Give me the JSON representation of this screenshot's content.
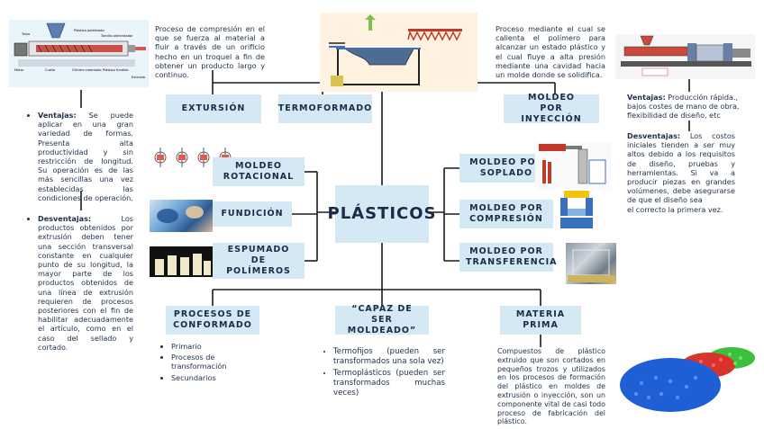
{
  "central_title": "PLÁSTICOS",
  "boxes": {
    "extrusion": "EXTURSIÓN",
    "termoformado": "TERMOFORMADO",
    "moldeo_inyeccion": "MOLDEO POR INYECCIÓN",
    "moldeo_rotacional": "MOLDEO ROTACIONAL",
    "fundicion": "FUNDICIÓN",
    "espumado": "ESPUMADO DE POLÍMEROS",
    "moldeo_soplado": "MOLDEO POR SOPLADO",
    "moldeo_compresion": "MOLDEO POR COMPRESIÓN",
    "moldeo_transferencia": "MOLDEO POR TRANSFERENCIA",
    "procesos_conformado": "PROCESOS DE CONFORMADO",
    "capaz_moldeado": "“CAPAZ DE SER MOLDEADO”",
    "materia_prima": "MATERIA PRIMA"
  },
  "descriptions": {
    "extrusion": "Proceso de compresión en el que se fuerza al material a fluir a través de un orificio hecho en un troquel a fin de obtener un producto largo y continuo.",
    "inyeccion": "Proceso mediante el cual se calienta el polímero para alcanzar un estado plástico y el cual fluye a alta presión mediante una cavidad hacia un molde donde se solidifica.",
    "materia_prima": "Compuestos de plástico extruido que son cortados en pequeños trozos y utilizados en los procesos de formación del plástico en moldes de extrusión o inyección, son un componente vital de casi todo proceso de fabricación del plástico."
  },
  "extrusion_notes": {
    "ventajas_label": "Ventajas:",
    "ventajas_text": "Se puede aplicar en una gran variedad de formas. Presenta alta productividad y sin restricción de longitud. Su operación es de las más sencillas una vez establecidas las condiciones de operación.",
    "desventajas_label": "Desventajas:",
    "desventajas_text": "Los productos obtenidos por extrusión deben tener una sección transversal constante en cualquier punto de su longitud, la mayor parte de los productos obtenidos de una línea de extrusión requieren de procesos posteriores con el fin de habilitar adecuadamente el artículo, como en el caso del sellado y cortado."
  },
  "inyeccion_notes": {
    "ventajas_label": "Ventajas:",
    "ventajas_text": "Producción rápida., bajos costes de mano de obra, flexibilidad de diseño, etc",
    "desventajas_label": "Desventajas:",
    "desventajas_text": "Los costos iniciales tienden a ser muy altos debido a los requisitos de diseño, pruebas y herramientas. Si va a producir piezas en grandes volúmenes, debe asegurarse de que el diseño sea",
    "desventajas_tail": "el correcto la primera vez."
  },
  "procesos_list": [
    "Primario",
    "Procesos de transformación",
    "Secundarios"
  ],
  "capaz_list": [
    "Termofijos (pueden ser transformados una sola vez)",
    "Termoplásticos (pueden ser transformados muchas veces)"
  ],
  "extruder_labels": {
    "tolva": "Tolva",
    "plastico": "Plástico peletizado",
    "tornillo": "Tornillo alimentador",
    "cilindro": "Cilindro calentado",
    "motor": "Motor",
    "cuello": "Cuello",
    "plastico_fundido": "Plástico fundido",
    "extruido": "Extruido"
  },
  "colors": {
    "box_fill": "#d5e9f5",
    "line": "#1a1a1a",
    "text": "#1f2f4a",
    "pellet_blue": "#1f5fd6",
    "pellet_red": "#d9342b",
    "pellet_green": "#3cbf3c"
  }
}
